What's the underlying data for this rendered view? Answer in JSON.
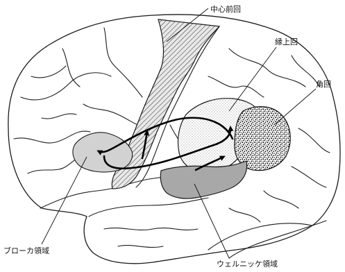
{
  "labels": {
    "precentral": "中心前回",
    "supramarginal": "縁上回",
    "angular": "角回",
    "broca": "ブローカ領域",
    "wernicke": "ウェルニッケ領域"
  }
}
